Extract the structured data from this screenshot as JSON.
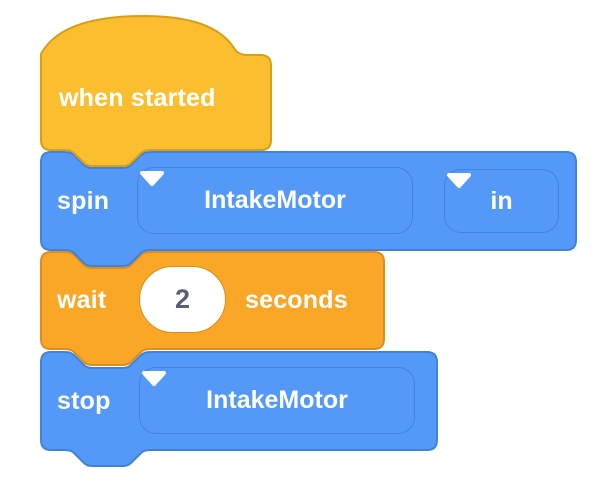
{
  "colors": {
    "bg": "#FFFFFF",
    "hat_fill": "#FBBE2E",
    "hat_stroke": "#D99E17",
    "blue_fill": "#5599F8",
    "blue_stroke": "#4083D6",
    "orange_fill": "#FAA728",
    "orange_stroke": "#DB8D20",
    "label_text": "#FFFFFF",
    "input_text": "#575E75",
    "input_bg": "#FFFFFF"
  },
  "icons": {
    "dropdown_arrow": "triangle-down"
  },
  "blocks": {
    "when_started": {
      "label": "when started"
    },
    "spin": {
      "label": "spin",
      "motor_dropdown": {
        "value": "IntakeMotor"
      },
      "direction_dropdown": {
        "value": "in"
      }
    },
    "wait": {
      "label": "wait",
      "duration_input": {
        "value": "2"
      },
      "unit_label": "seconds"
    },
    "stop": {
      "label": "stop",
      "motor_dropdown": {
        "value": "IntakeMotor"
      }
    }
  }
}
